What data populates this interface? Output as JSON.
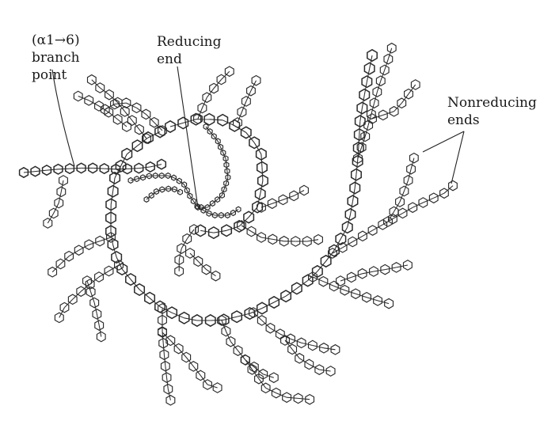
{
  "labels": {
    "branch_point": [
      "(α1→6)",
      "branch",
      "point"
    ],
    "reducing_end": [
      "Reducing",
      "end"
    ],
    "nonreducing_ends": [
      "Nonreducing",
      "ends"
    ]
  },
  "colors": {
    "stroke": "#2a2a2a",
    "background": "#ffffff"
  }
}
